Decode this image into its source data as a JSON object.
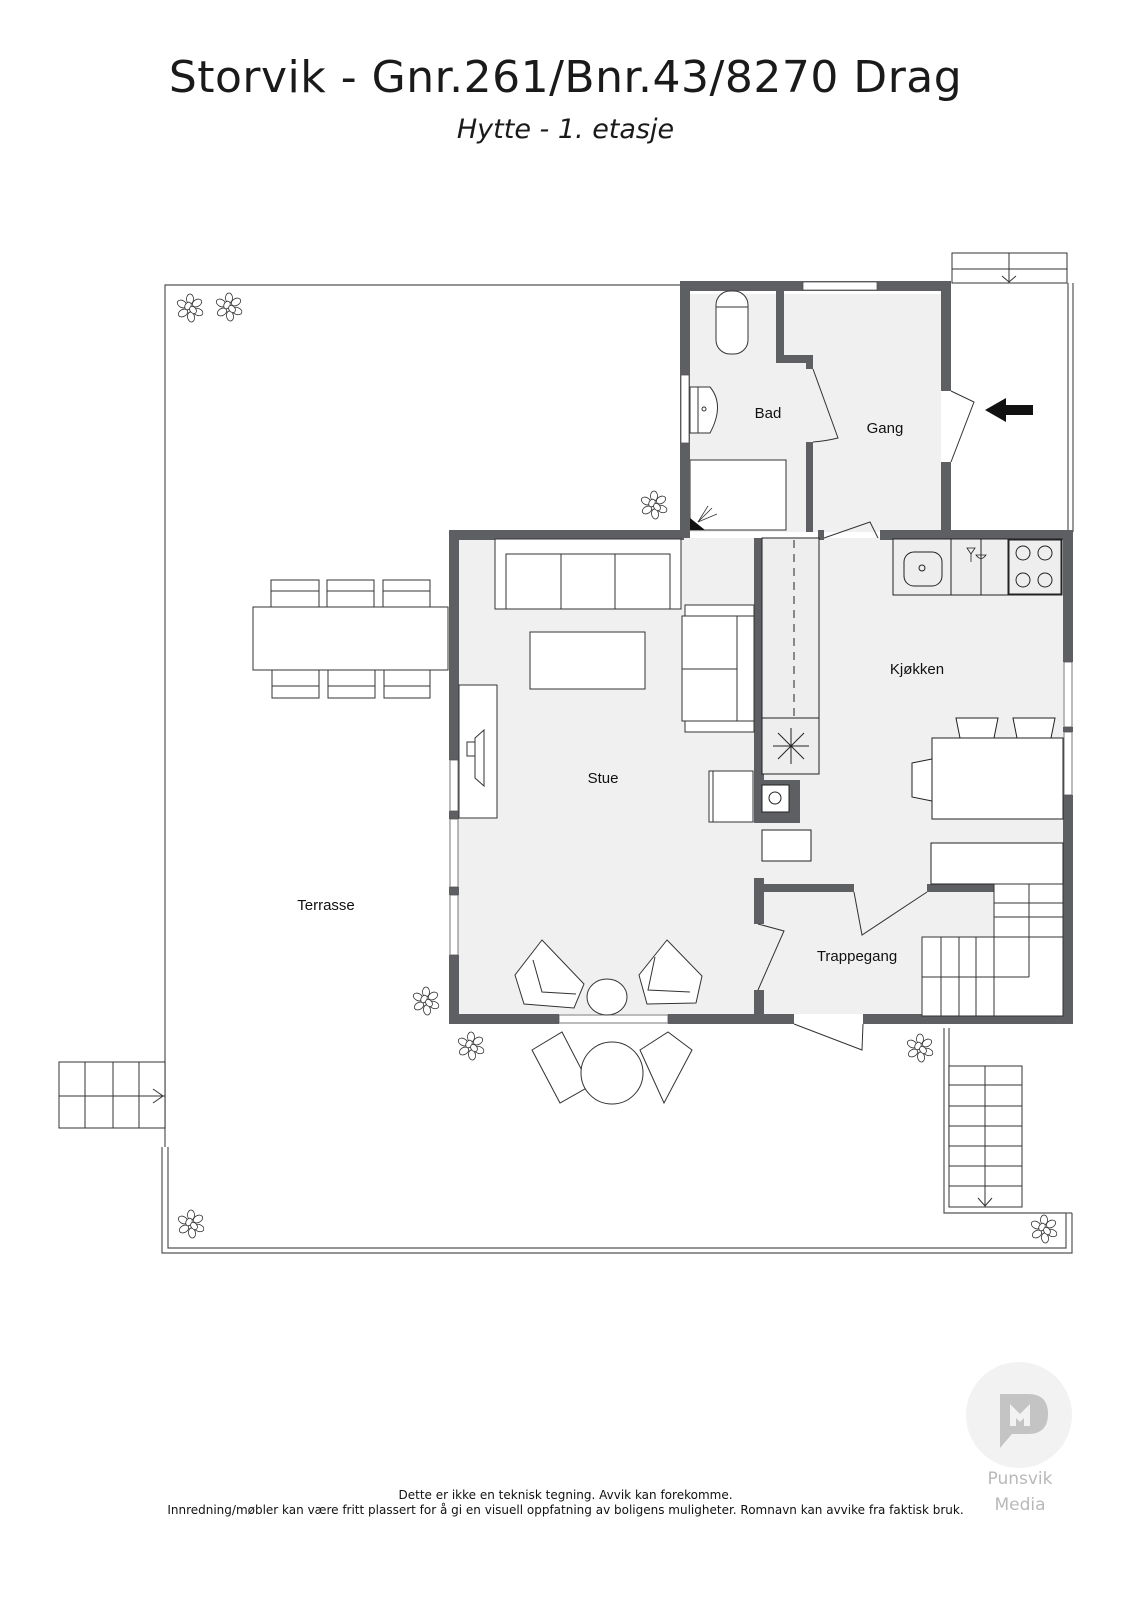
{
  "header": {
    "title": "Storvik - Gnr.261/Bnr.43/8270 Drag",
    "subtitle": "Hytte - 1. etasje"
  },
  "rooms": [
    {
      "id": "bad",
      "label": "Bad"
    },
    {
      "id": "gang",
      "label": "Gang"
    },
    {
      "id": "kjokken",
      "label": "Kjøkken"
    },
    {
      "id": "stue",
      "label": "Stue"
    },
    {
      "id": "trappegang",
      "label": "Trappegang"
    },
    {
      "id": "terrasse",
      "label": "Terrasse"
    }
  ],
  "colors": {
    "wall": "#5d5f63",
    "floor": "#f0f0f1",
    "line": "#2b2b2b",
    "logo_bg": "#f2f2f2",
    "logo_mark": "#c4c4c4",
    "logo_text": "#b9b9b9"
  },
  "entrance_icon": "arrow-left-icon",
  "footer": {
    "disclaimer_line1": "Dette er ikke en teknisk tegning. Avvik kan forekomme.",
    "disclaimer_line2": "Innredning/møbler kan være fritt plassert for å gi en visuell oppfatning av boligens muligheter. Romnavn kan avvike fra faktisk bruk."
  },
  "logo": {
    "line1": "Punsvik",
    "line2": "Media"
  }
}
